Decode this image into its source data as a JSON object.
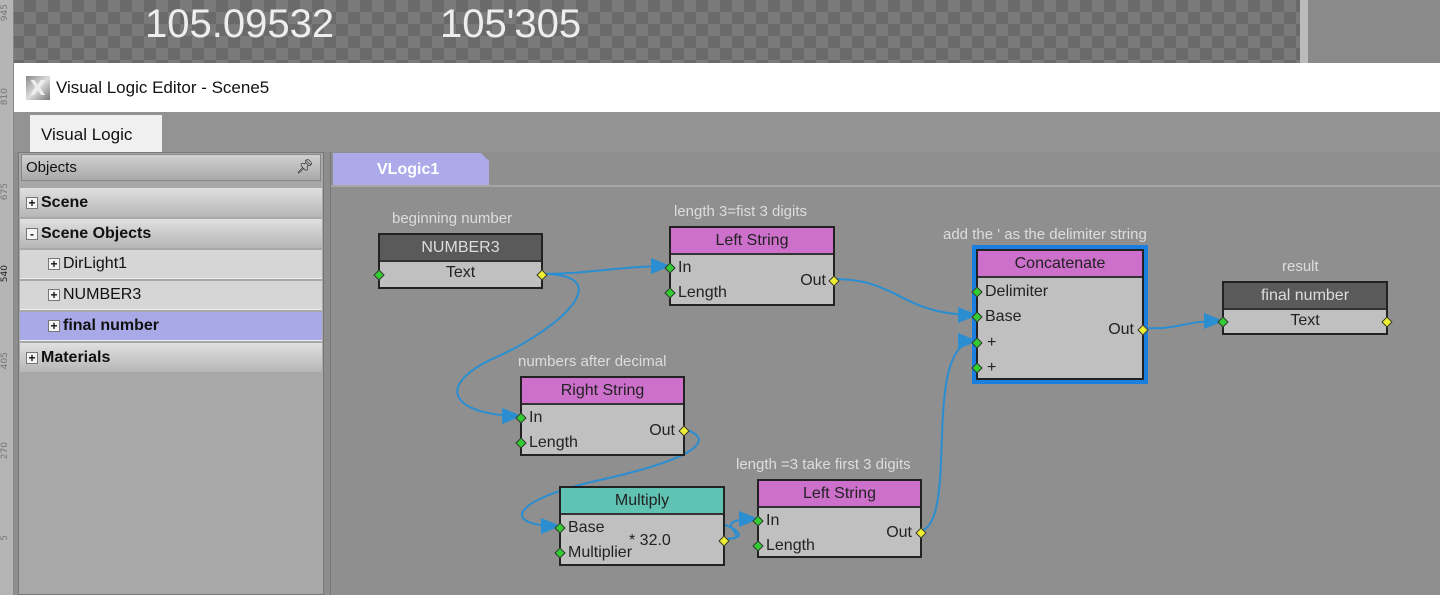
{
  "background": {
    "value_1": "105.09532",
    "value_2": "105'305"
  },
  "ruler": [
    "945",
    "810",
    "675",
    "540",
    "405",
    "270",
    "5"
  ],
  "window": {
    "title": "Visual Logic Editor - Scene5",
    "tab": "Visual Logic"
  },
  "objects_panel": {
    "title": "Objects",
    "pin_icon": "pushpin-icon",
    "rows": [
      {
        "label": "Scene",
        "expander": "+"
      },
      {
        "label": "Scene Objects",
        "expander": "-"
      },
      {
        "label": "DirLight1",
        "expander": "+"
      },
      {
        "label": "NUMBER3",
        "expander": "+"
      },
      {
        "label": "final number",
        "expander": "+"
      },
      {
        "label": "Materials",
        "expander": "+"
      }
    ]
  },
  "canvas": {
    "tab": "VLogic1",
    "nodes": {
      "number3": {
        "comment": "beginning number",
        "title": "NUMBER3",
        "ports": [
          "Text"
        ]
      },
      "left1": {
        "comment": "length 3=fist 3 digits",
        "title": "Left String",
        "in": [
          "In",
          "Length"
        ],
        "out": "Out"
      },
      "concat": {
        "comment": "add the ' as the delimiter string",
        "title": "Concatenate",
        "in": [
          "Delimiter",
          "Base",
          "+",
          "+"
        ],
        "out": "Out"
      },
      "final": {
        "comment": "result",
        "title": "final number",
        "ports": [
          "Text"
        ]
      },
      "right": {
        "comment": "numbers after decimal",
        "title": "Right String",
        "in": [
          "In",
          "Length"
        ],
        "out": "Out"
      },
      "multiply": {
        "title": "Multiply",
        "in": [
          "Base",
          "Multiplier"
        ],
        "value": "* 32.0"
      },
      "left2": {
        "comment": "length =3 take first 3 digits",
        "title": "Left String",
        "in": [
          "In",
          "Length"
        ],
        "out": "Out"
      }
    },
    "colors": {
      "string_node": "#cd70cb",
      "math_node": "#5fc2b2",
      "object_node": "#5a5a5a",
      "wire": "#2a8ed0",
      "selected": "#1a7fe0"
    }
  }
}
